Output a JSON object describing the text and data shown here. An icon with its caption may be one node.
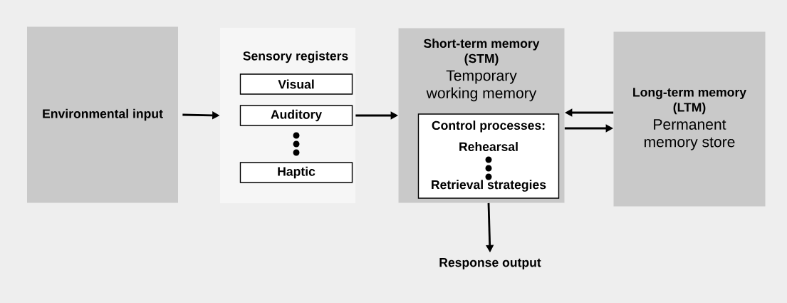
{
  "diagram": {
    "nodes": [
      {
        "text": [
          "Environmental input"
        ]
      },
      {
        "text": [
          "Sensory registers"
        ]
      },
      {
        "text": [
          "Visual"
        ],
        "in": 1
      },
      {
        "text": [
          "Auditory"
        ],
        "in": 1
      },
      {
        "text": [
          "Haptic"
        ],
        "in": 1
      },
      {
        "text": [
          "Short-term memory (STM)",
          "Temporary working memory"
        ]
      },
      {
        "text": [
          "Control processes:",
          "Rehearsal",
          "Retrieval strategies"
        ],
        "in": 5
      },
      {
        "text": [
          "Long-term memory (LTM)",
          "Permanent memory store"
        ]
      },
      {
        "text": [
          "Response output"
        ]
      }
    ],
    "edges": [
      {
        "from": 0,
        "to": 1,
        "arrow": "to"
      },
      {
        "from": 1,
        "to": 5,
        "arrow": "to"
      },
      {
        "from": 7,
        "to": 5,
        "arrow": "to"
      },
      {
        "from": 5,
        "to": 7,
        "arrow": "to"
      },
      {
        "from": 5,
        "to": 8,
        "arrow": "to"
      }
    ]
  }
}
